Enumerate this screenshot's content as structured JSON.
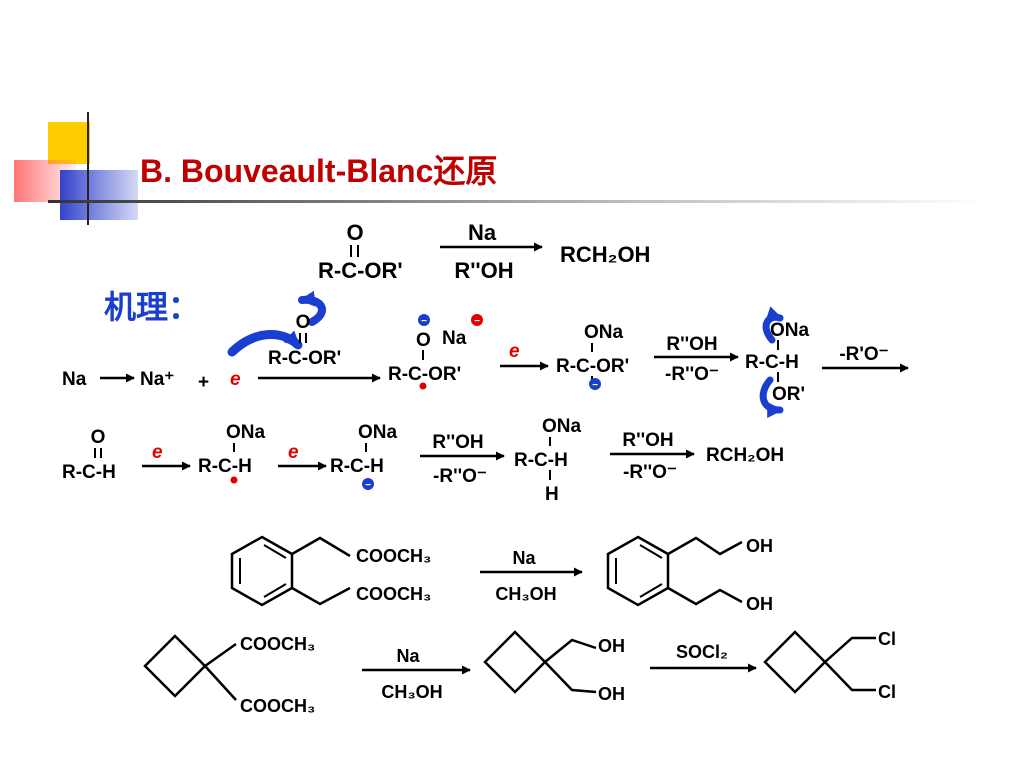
{
  "slide": {
    "title": "B. Bouveault-Blanc还原",
    "mechanism_label": "机理：",
    "colors": {
      "title": "#c00000",
      "electron": "#e00000",
      "anion": "#1a3fd0",
      "arrow_blue": "#1a3fd0",
      "deco_yellow": "#ffcc00",
      "deco_red": "#ff6666",
      "deco_blue": "#3344cc"
    }
  },
  "overview": {
    "reactant": "R-C-OR'",
    "carbonyl_o": "O",
    "reagent_top": "Na",
    "reagent_bottom": "R''OH",
    "product": "RCH₂OH"
  },
  "mechanism": {
    "row1": {
      "na": "Na",
      "na_plus": "Na⁺",
      "plus": "+",
      "e": "e",
      "ester_o": "O",
      "ester": "R-C-OR'",
      "int1_o": "O",
      "int1_na": "Na",
      "int1": "R-C-OR'",
      "e2": "e",
      "int2_top": "ONa",
      "int2": "R-C-OR'",
      "cond_top": "R''OH",
      "cond_bottom": "-R''O⁻",
      "int3_top": "ONa",
      "int3_mid": "R-C-H",
      "int3_bottom": "OR'",
      "elim": "-R'O⁻",
      "minus": "−"
    },
    "row2": {
      "ald_o": "O",
      "ald": "R-C-H",
      "e1": "e",
      "i1_top": "ONa",
      "i1": "R-C-H",
      "e2": "e",
      "i2_top": "ONa",
      "i2": "R-C-H",
      "cond1_top": "R''OH",
      "cond1_bottom": "-R''O⁻",
      "i3_top": "ONa",
      "i3_mid": "R-C-H",
      "i3_bottom": "H",
      "cond2_top": "R''OH",
      "cond2_bottom": "-R''O⁻",
      "product": "RCH₂OH"
    }
  },
  "examples": {
    "ex1": {
      "sub1": "COOCH₃",
      "sub2": "COOCH₃",
      "reagent_top": "Na",
      "reagent_bottom": "CH₃OH",
      "prod1": "OH",
      "prod2": "OH"
    },
    "ex2": {
      "sub1": "COOCH₃",
      "sub2": "COOCH₃",
      "reagent1_top": "Na",
      "reagent1_bottom": "CH₃OH",
      "prod1": "OH",
      "prod2": "OH",
      "reagent2_top": "SOCl₂",
      "final1": "Cl",
      "final2": "Cl"
    }
  }
}
